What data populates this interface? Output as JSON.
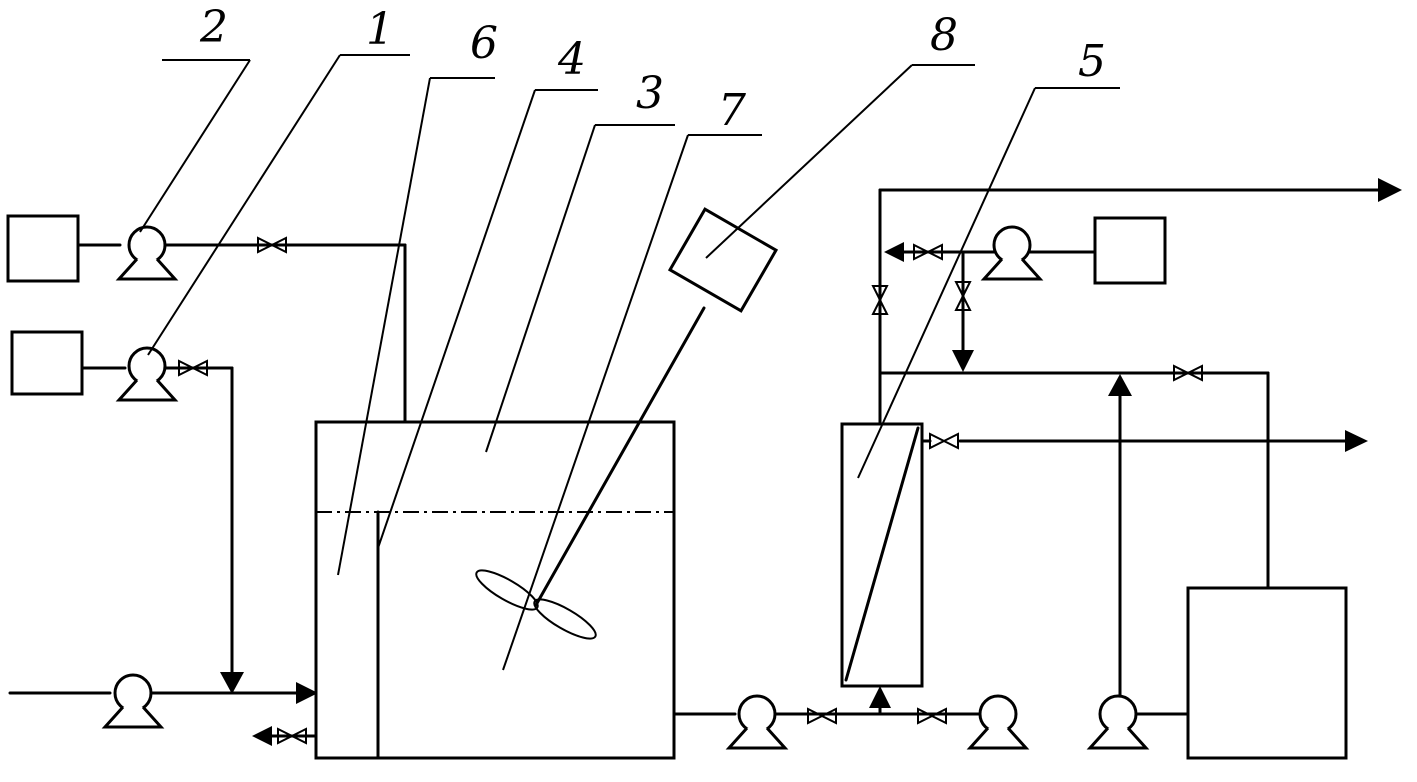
{
  "labels": {
    "n1": "1",
    "n2": "2",
    "n3": "3",
    "n4": "4",
    "n5": "5",
    "n6": "6",
    "n7": "7",
    "n8": "8"
  },
  "colors": {
    "line": "#000000",
    "background": "#ffffff"
  }
}
